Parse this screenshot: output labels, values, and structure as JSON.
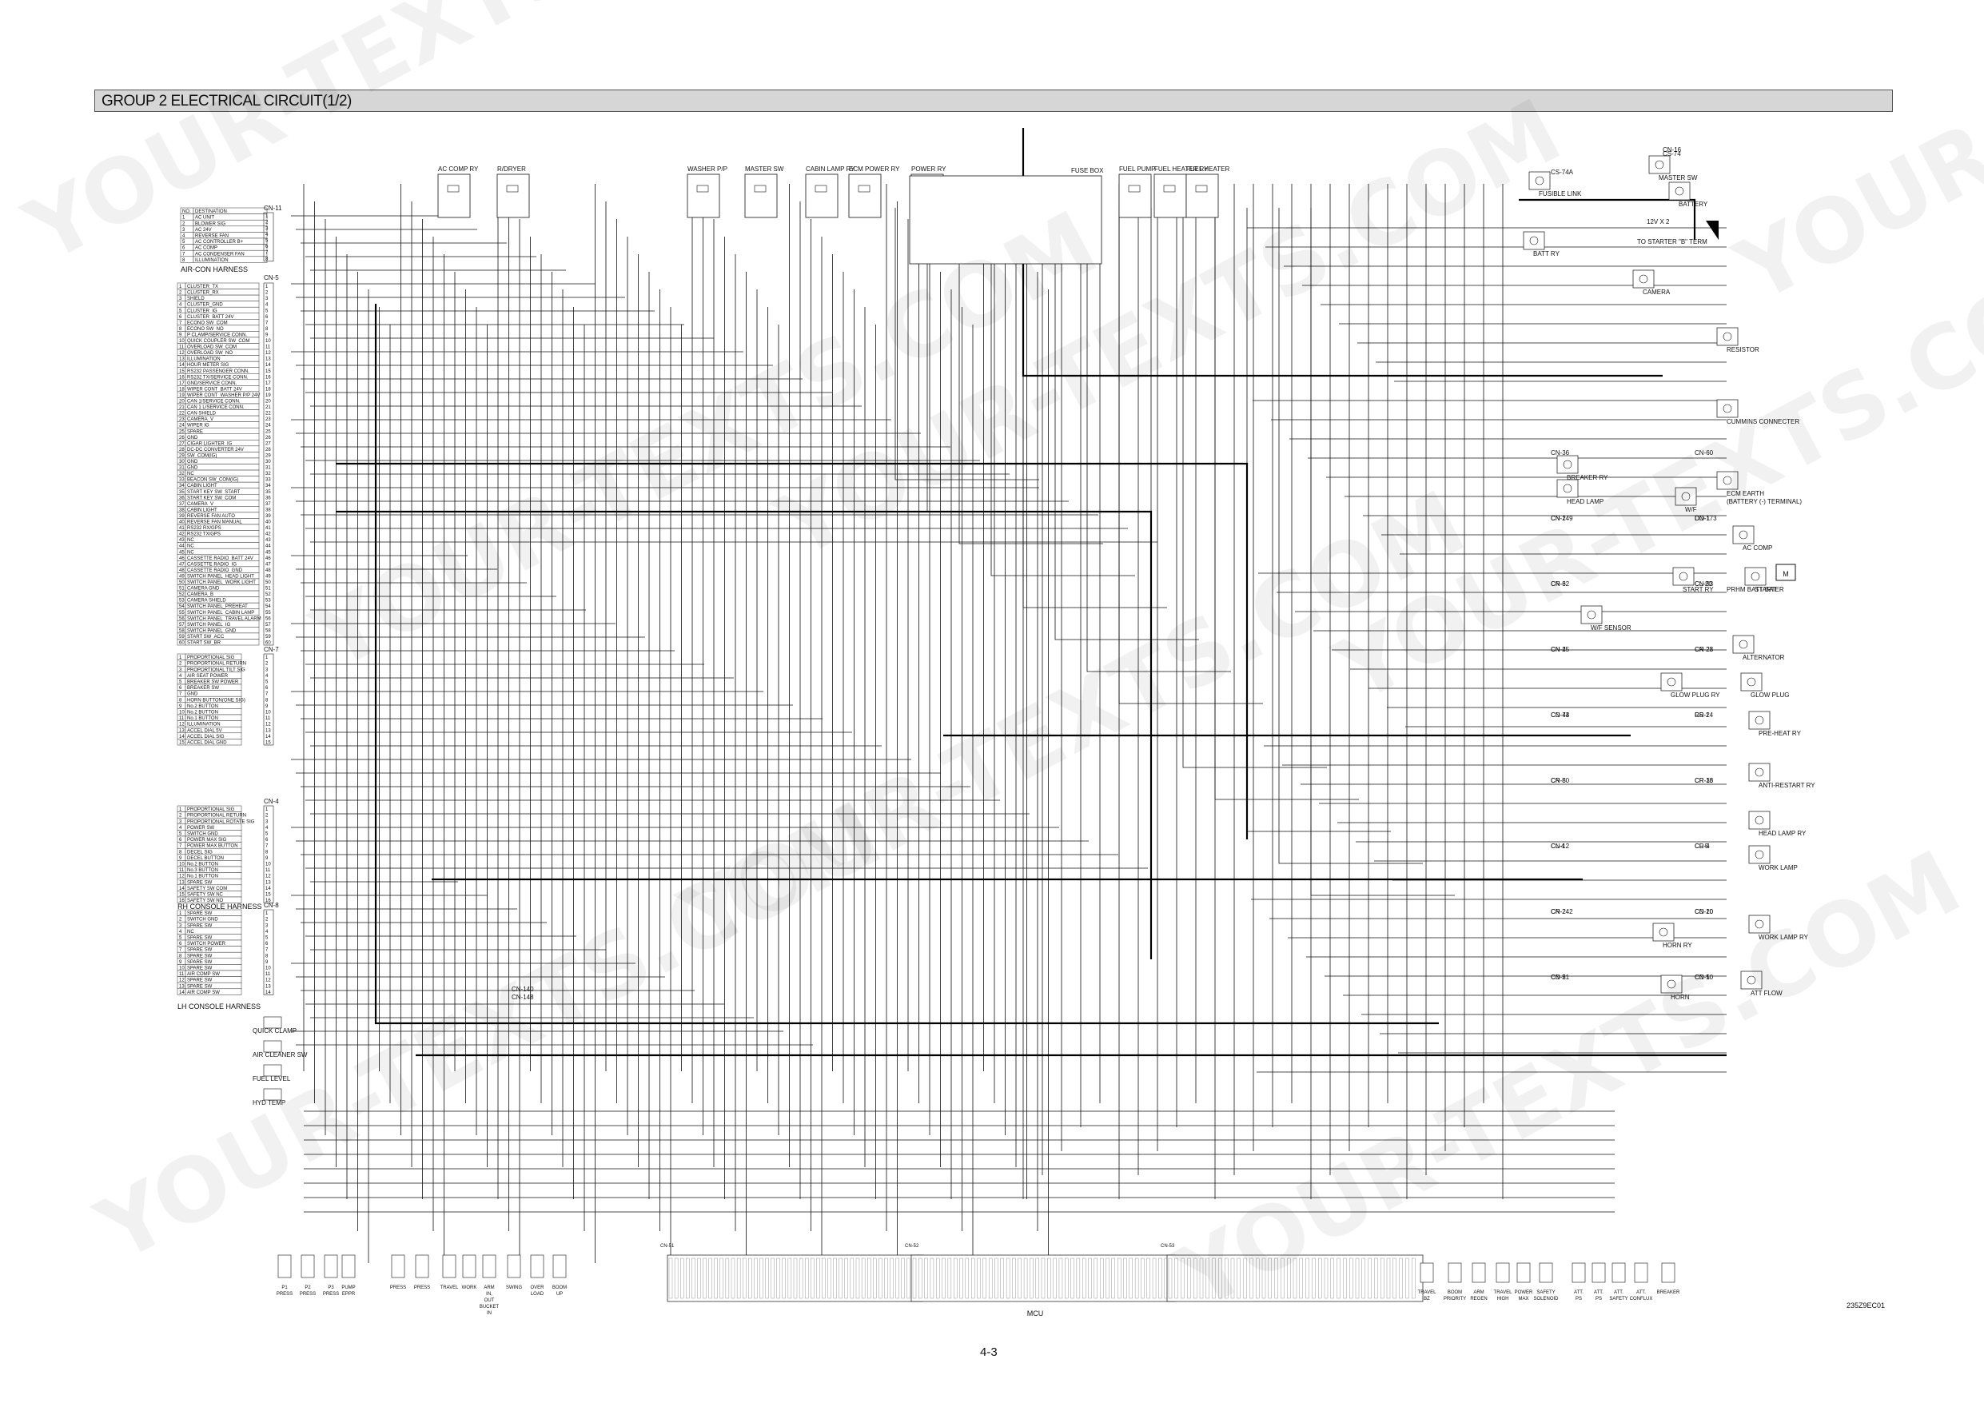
{
  "header": {
    "title": "GROUP  2  ELECTRICAL CIRCUIT(1/2)"
  },
  "page_number": "4-3",
  "drawing_code": "235Z9EC01",
  "harness_titles": {
    "aircon": "AIR-CON HARNESS",
    "rh_console": "RH CONSOLE HARNESS",
    "lh_console": "LH CONSOLE HARNESS"
  },
  "aircon_table": {
    "header": [
      "NO.",
      "DESTINATION"
    ],
    "rows": [
      [
        "1",
        "AC UNIT"
      ],
      [
        "2",
        "BLOWER SIG"
      ],
      [
        "3",
        "AC 24V"
      ],
      [
        "4",
        "REVERSE FAN"
      ],
      [
        "5",
        "AC CONTROLLER B+"
      ],
      [
        "6",
        "AC COMP"
      ],
      [
        "7",
        "AC CONDENSER FAN"
      ],
      [
        "8",
        "ILLUMINATION"
      ]
    ]
  },
  "cn5_table": [
    "CLUSTER_TX",
    "CLUSTER_RX",
    "SHIELD",
    "CLUSTER_GND",
    "CLUSTER_IG",
    "CLUSTER_BATT 24V",
    "ECONO SW_COM",
    "ECONO SW_NO",
    "P CLAMP/SERVICE CONN.",
    "QUICK COUPLER SW_COM",
    "OVERLOAD SW_COM",
    "OVERLOAD SW_NO",
    "ILLUMINATION",
    "HOUR METER SIG",
    "RS232 PASSENGER CONN.",
    "RS232 TX/SERVICE CONN.",
    "GND/SERVICE CONN.",
    "WIPER CONT_BATT 24V",
    "WIPER CONT_WASHER P/P 24V",
    "CAN 1/SERVICE CONN.",
    "CAN 1 L/SERVICE CONN.",
    "CAN SHIELD",
    "CAMERA_V",
    "WIPER IG",
    "SPARE",
    "GND",
    "CIGAR LIGHTER_IG",
    "DC-DC CONVERTER 24V",
    "SW_COM(IG)",
    "GND",
    "GND",
    "NC",
    "BEACON SW_COM(IG)",
    "CABIN LIGHT",
    "START KEY SW_START",
    "START KEY SW_COM",
    "CAMERA_V",
    "CABIN LIGHT",
    "REVERSE FAN AUTO",
    "REVERSE FAN MANUAL",
    "RS232 RX/GPS",
    "RS232 TX/GPS",
    "NC",
    "NC",
    "NC",
    "CASSETTE RADIO_BATT 24V",
    "CASSETTE RADIO_IG",
    "CASSETTE RADIO_GND",
    "SWITCH PANEL_HEAD LIGHT",
    "SWITCH PANEL_WORK LIGHT",
    "CAMERA GND",
    "CAMERA_B",
    "CAMERA SHIELD",
    "SWITCH PANEL_PREHEAT",
    "SWITCH PANEL_CABIN LAMP",
    "SWITCH PANEL_TRAVEL ALARM",
    "SWITCH PANEL_IG",
    "SWITCH PANEL_GND",
    "START SW_ACC",
    "START SW_BR"
  ],
  "cn7_table": [
    "PROPORTIONAL SIG",
    "PROPORTIONAL RETURN",
    "PROPORTIONAL TILT SIG",
    "AIR SEAT POWER",
    "BREAKER SW POWER",
    "BREAKER SW",
    "GND",
    "HORN BUTTON(ONE SIG)",
    "No.2 BUTTON",
    "No.2 BUTTON",
    "No.1 BUTTON",
    "ILLUMINATION",
    "ACCEL DIAL 5V",
    "ACCEL DIAL SIG",
    "ACCEL DIAL GND"
  ],
  "cn4_table": [
    "PROPORTIONAL SIG",
    "PROPORTIONAL RETURN",
    "PROPORTIONAL ROTATE SIG",
    "POWER SW",
    "SWITCH GND",
    "POWER MAX SIG",
    "POWER MAX BUTTON",
    "DECEL SIG",
    "DECEL BUTTON",
    "No.2 BUTTON",
    "No.3 BUTTON",
    "No.1 BUTTON",
    "SPARE SW",
    "SAFETY SW COM",
    "SAFETY SW NC",
    "SAFETY SW NO"
  ],
  "cn8_table": [
    "SPARE SW",
    "SWITCH GND",
    "SPARE SW",
    "NC",
    "SPARE SW",
    "SWITCH POWER",
    "SPARE SW",
    "SPARE SW",
    "SPARE SW",
    "SPARE SW",
    "AIR COMP SW",
    "SPARE SW",
    "SPARE SW",
    "AIR COMP SW"
  ],
  "top_components": [
    "AC COMP RY",
    "R/DRYER",
    "WASHER P/P",
    "MASTER SW",
    "CABIN LAMP RY",
    "ECM POWER RY",
    "POWER RY",
    "FUSE BOX",
    "FUEL HEATER RY",
    "FUEL HEATER",
    "FUEL PUMP"
  ],
  "connector_labels": [
    "CN-11",
    "CN-5",
    "CN-7",
    "CN-4",
    "CN-8",
    "CN-140",
    "CN-148",
    "CN-16",
    "CS-74",
    "CS-74A",
    "CN-36",
    "CN-60",
    "CN-1",
    "DO-1",
    "CN-249",
    "CN-173",
    "CN-3",
    "CN-93",
    "CR-62",
    "CL-20",
    "CN-2",
    "CN-28",
    "CN-45",
    "CR-23",
    "CD-43",
    "RS-1",
    "CN-74",
    "CR-24",
    "CN-80",
    "CR-36",
    "CR-5",
    "CR-13",
    "CL-4",
    "CL-5",
    "CN-12",
    "CR-4",
    "CR-2",
    "CN-20",
    "CN-242",
    "CD-10",
    "CD-2",
    "CD-1",
    "CN-51",
    "CN-50"
  ],
  "right_components": [
    "MASTER SW",
    "FUSIBLE LINK",
    "BATTERY",
    "12V X 2",
    "TO STARTER \"B\" TERM",
    "BATT RY",
    "CAMERA",
    "RESISTOR",
    "CUMMINS CONNECTER",
    "BREAKER RY",
    "HEAD LAMP",
    "ECM EARTH",
    "(BATTERY (-) TERMINAL)",
    "W/F",
    "AC COMP",
    "START RY",
    "PRHM BATT BAT",
    "STARTER",
    "W/F SENSOR",
    "ALTERNATOR",
    "GLOW PLUG RY",
    "GLOW PLUG",
    "PRE-HEAT RY",
    "ANTI-RESTART RY",
    "HEAD LAMP RY",
    "WORK LAMP",
    "WORK LAMP RY",
    "HORN RY",
    "HORN",
    "ATT FLOW"
  ],
  "battery_label": "BATTERY",
  "battery_spec": "12V X 2",
  "starter_term": "TO STARTER \"B\" TERM",
  "motor_symbol": "M",
  "left_sensors": [
    "QUICK CLAMP",
    "AIR CLEANER SW",
    "FUEL LEVEL",
    "HYD TEMP"
  ],
  "bottom_sensor_labels": [
    "P1 PRESS",
    "P2 PRESS",
    "P3 PRESS",
    "PUMP EPPR",
    "PRESS",
    "PRESS",
    "TRAVEL",
    "WORK",
    "ARM IN, OUT BUCKET IN",
    "SWING",
    "OVER LOAD",
    "BOOM UP"
  ],
  "bottom_right_labels": [
    "TRAVEL BZ",
    "BOOM PRIORITY",
    "ARM REGEN",
    "TRAVEL HIGH",
    "POWER MAX",
    "SAFETY SOLENOID",
    "ATT. PS",
    "ATT. PS",
    "ATT. SAFETY",
    "ATT. CONFLUX",
    "BREAKER"
  ],
  "mcu_label": "MCU",
  "mcu_connectors": [
    "CN-51",
    "CN-52",
    "CN-53"
  ],
  "watermark": "YOUR-TEXTS.COM"
}
